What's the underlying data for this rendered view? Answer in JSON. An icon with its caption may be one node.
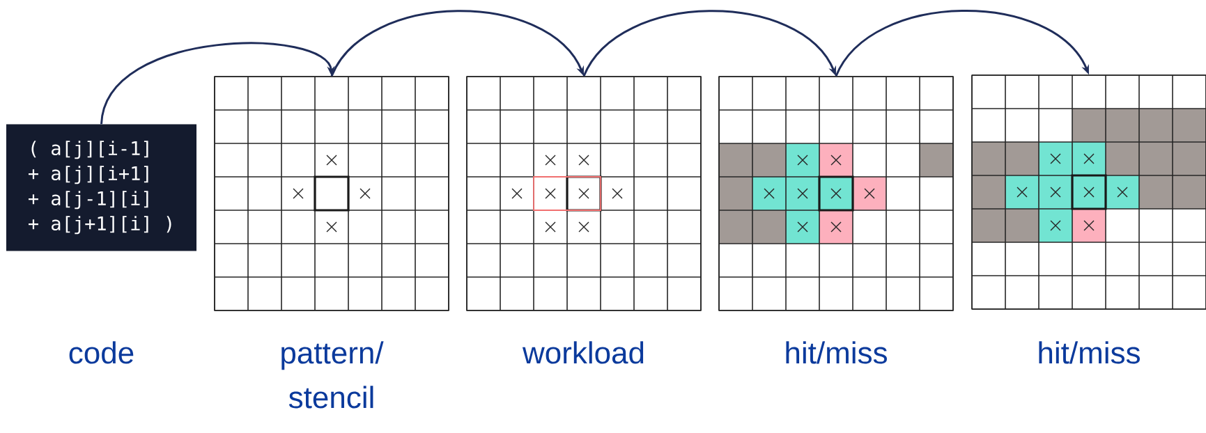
{
  "diagram": {
    "nodes": [
      {
        "text": [
          "( a[j][i-1]",
          "+ a[j][i+1]",
          "+ a[j-1][i]",
          "+ a[j+1][i] )"
        ],
        "beside": [
          "code"
        ]
      },
      {
        "text": [],
        "shape": "box",
        "beside": [
          "pattern/ stencil"
        ]
      },
      {
        "text": [],
        "shape": "box",
        "beside": [
          "workload"
        ]
      },
      {
        "text": [],
        "shape": "box",
        "beside": [
          "hit/miss"
        ]
      },
      {
        "text": [],
        "shape": "box",
        "beside": [
          "hit/miss"
        ]
      }
    ],
    "edges": [
      {
        "from": 0,
        "to": 1,
        "arrow": "to"
      },
      {
        "from": 1,
        "to": 2,
        "arrow": "to"
      },
      {
        "from": 2,
        "to": 3,
        "arrow": "to"
      },
      {
        "from": 3,
        "to": 4,
        "arrow": "to"
      }
    ]
  }
}
